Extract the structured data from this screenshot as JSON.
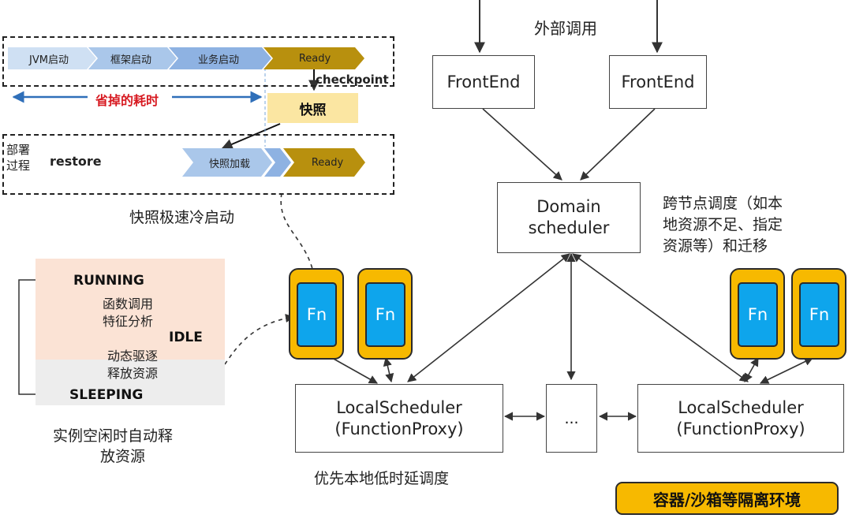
{
  "top_label": "外部调用",
  "frontends": [
    "FrontEnd",
    "FrontEnd"
  ],
  "domain": {
    "line1": "Domain",
    "line2": "scheduler"
  },
  "cross_node_note": [
    "跨节点调度（如本",
    "地资源不足、指定",
    "资源等）和迁移"
  ],
  "local_schedulers": [
    {
      "line1": "LocalScheduler",
      "line2": "(FunctionProxy)"
    },
    {
      "line1": "LocalScheduler",
      "line2": "(FunctionProxy)"
    }
  ],
  "ellipsis": "...",
  "local_priority_caption": "优先本地低时延调度",
  "fn_label": "Fn",
  "legend_text": "容器/沙箱等隔离环境",
  "snapshot": {
    "stages": [
      "JVM启动",
      "框架启动",
      "业务启动",
      "Ready"
    ],
    "checkpoint": "checkpoint",
    "saved_time": "省掉的耗时",
    "snapshot_label": "快照",
    "deploy_label_1": "部署",
    "deploy_label_2": "过程",
    "restore": "restore",
    "restore_stage": "快照加载",
    "restore_ready": "Ready",
    "caption": "快照极速冷启动"
  },
  "lifecycle": {
    "running": "RUNNING",
    "running_note_1": "函数调用",
    "running_note_2": "特征分析",
    "idle": "IDLE",
    "idle_note_1": "动态驱逐",
    "idle_note_2": "释放资源",
    "sleeping": "SLEEPING",
    "caption_1": "实例空闲时自动释",
    "caption_2": "放资源"
  },
  "colors": {
    "fn_outer": "#f7b900",
    "fn_inner": "#0ea5ec",
    "snapshot_box": "#fbe6a2",
    "ready": "#b8900e",
    "running_bg": "#fbe3d5",
    "sleeping_bg": "#ededed",
    "saved_red": "#d71920",
    "arrow_blue": "#2f6fb9"
  }
}
